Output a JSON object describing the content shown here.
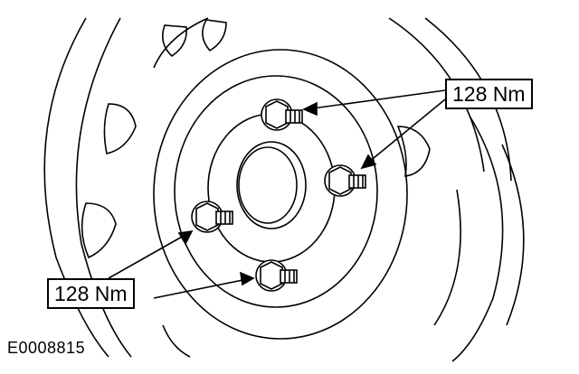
{
  "figure": {
    "id": "E0008815"
  },
  "labels": {
    "torque_top": "128 Nm",
    "torque_bottom": "128 Nm"
  },
  "colors": {
    "line": "#000000",
    "background": "#ffffff"
  },
  "components": {
    "wheel_nut_count": 4,
    "icons": [
      "steel-wheel-icon",
      "wheel-nut-icon",
      "wheel-stud-icon"
    ]
  }
}
